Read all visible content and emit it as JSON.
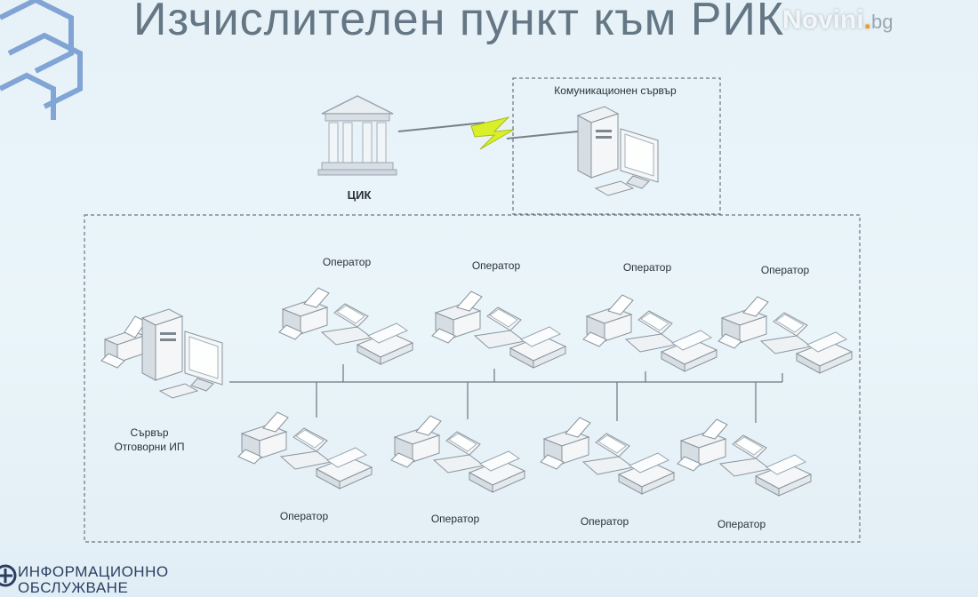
{
  "title": "Изчислителен пункт към РИК",
  "watermark": {
    "brand": "Novini",
    "tld": "bg"
  },
  "nodes": {
    "cik_label": "ЦИК",
    "comm_server_label": "Комуникационен сървър",
    "main_server_label_line1": "Сървър",
    "main_server_label_line2": "Отговорни ИП"
  },
  "operators": {
    "top": [
      "Оператор",
      "Оператор",
      "Оператор",
      "Оператор"
    ],
    "bottom": [
      "Оператор",
      "Оператор",
      "Оператор",
      "Оператор"
    ]
  },
  "footer": {
    "line1": "ИНФОРМАЦИОННО",
    "line2": "ОБСЛУЖВАНЕ"
  },
  "colors": {
    "lightning": "#d8ef2a",
    "dashed_border": "#6b7480",
    "title": "#4f6170"
  }
}
